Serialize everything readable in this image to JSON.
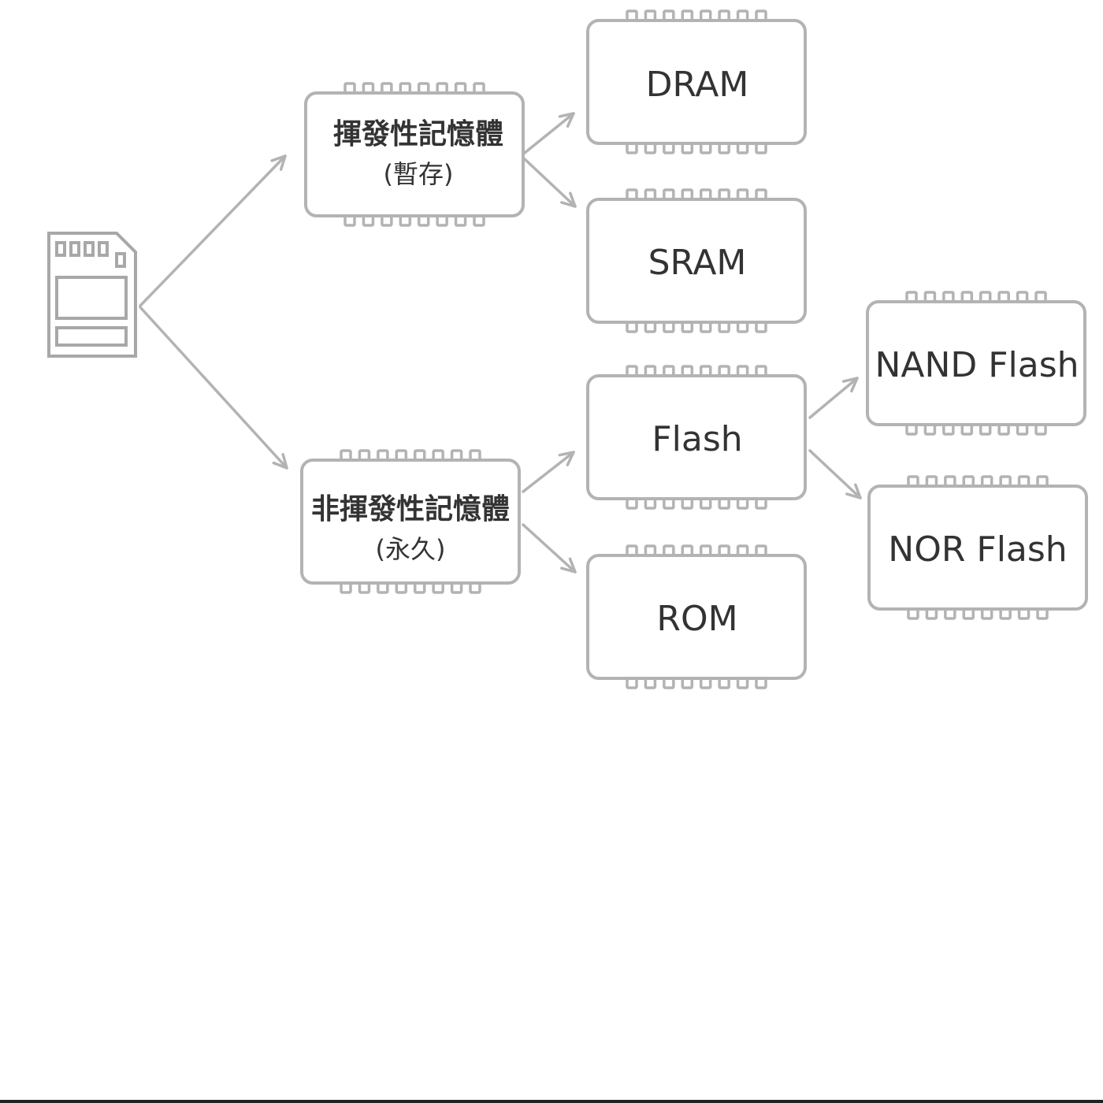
{
  "nodes": {
    "volatile": {
      "line1": "揮發性記憶體",
      "line2": "(暫存)"
    },
    "nonvolatile": {
      "line1": "非揮發性記憶體",
      "line2": "(永久)"
    },
    "dram": {
      "label": "DRAM"
    },
    "sram": {
      "label": "SRAM"
    },
    "flash": {
      "label": "Flash"
    },
    "rom": {
      "label": "ROM"
    },
    "nand": {
      "label": "NAND Flash"
    },
    "nor": {
      "label": "NOR Flash"
    }
  },
  "icons": {
    "root": "sd-card-icon"
  },
  "colors": {
    "outline": "#b3b3b3",
    "text": "#333333"
  }
}
